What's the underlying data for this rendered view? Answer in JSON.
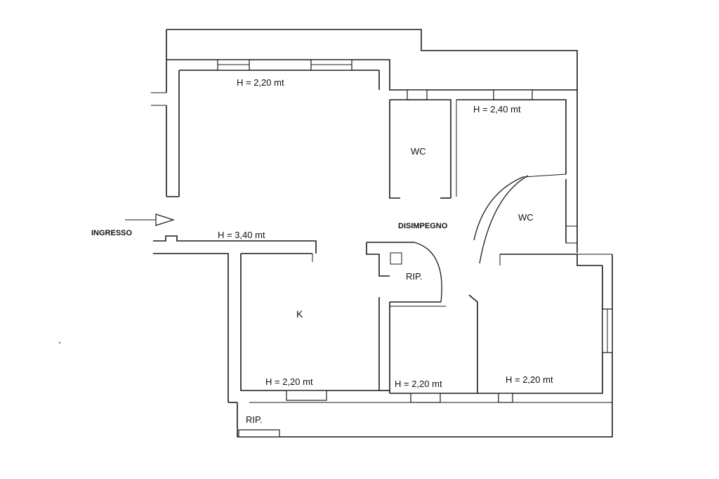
{
  "labels": {
    "h_living": "H = 2,20 mt",
    "h_top_right": "H = 2,40 mt",
    "h_corridor": "H = 3,40 mt",
    "h_kitchen": "H = 2,20 mt",
    "h_bottom_mid": "H = 2,20 mt",
    "h_bottom_right": "H = 2,20 mt",
    "wc_left": "WC",
    "wc_right": "WC",
    "disimpegno": "DISIMPEGNO",
    "rip_center": "RIP.",
    "rip_bottom": "RIP.",
    "kitchen": "K",
    "ingresso": "INGRESSO"
  },
  "colors": {
    "ink": "#1a1a1a",
    "paper": "#ffffff"
  }
}
